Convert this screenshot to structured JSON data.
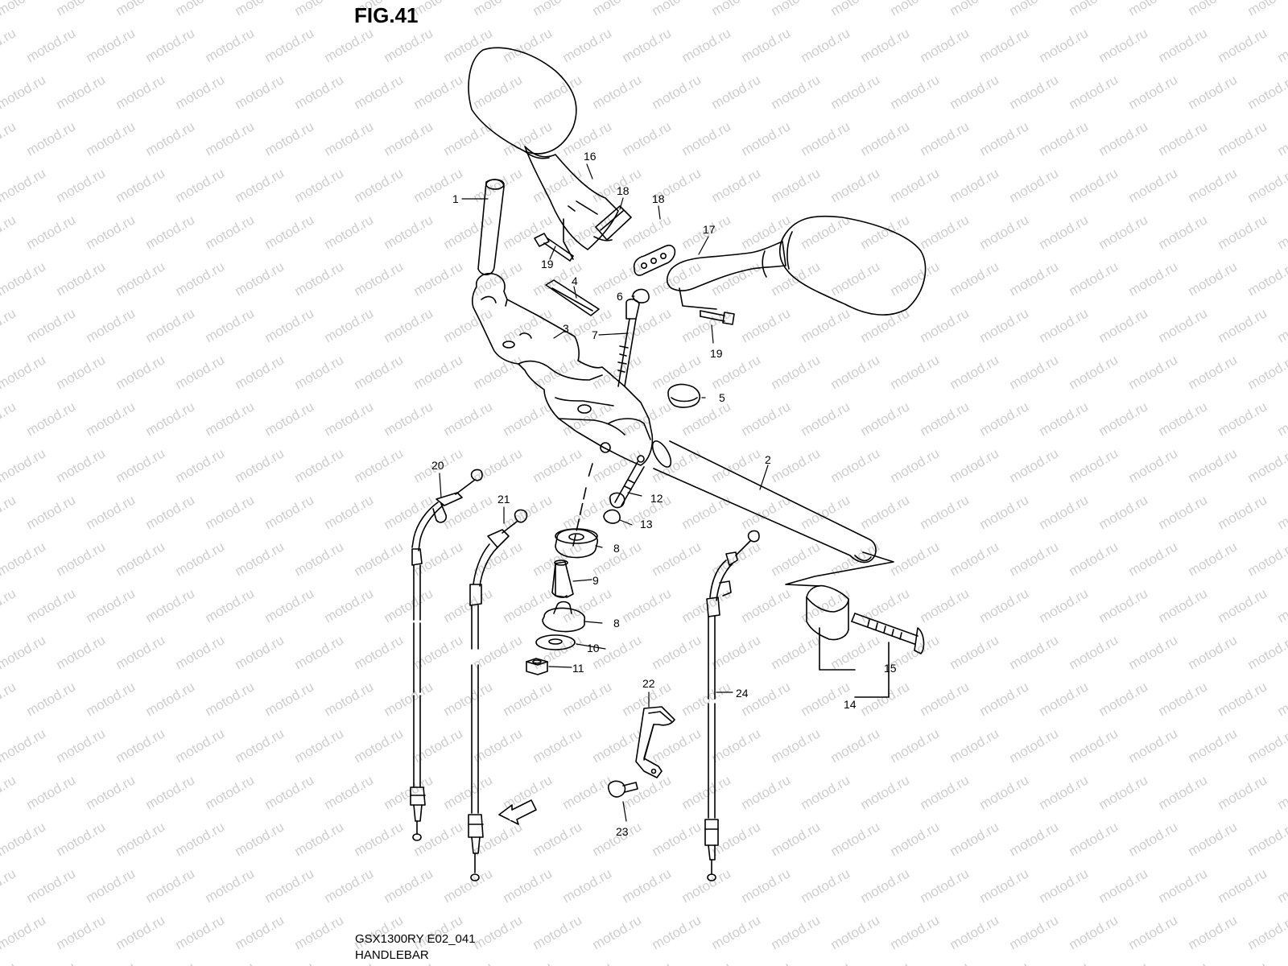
{
  "figure": {
    "title": "FIG.41",
    "model_code": "GSX1300RY E02_041",
    "section_name": "HANDLEBAR"
  },
  "watermark": {
    "text": "motod.ru",
    "color": "#cfcfcf"
  },
  "fwd_label": "FWD",
  "callouts": [
    "1",
    "2",
    "3",
    "4",
    "5",
    "6",
    "7",
    "8",
    "8",
    "9",
    "10",
    "11",
    "12",
    "13",
    "14",
    "15",
    "16",
    "17",
    "18",
    "18",
    "19",
    "19",
    "20",
    "21",
    "22",
    "23",
    "24"
  ],
  "colors": {
    "line": "#000000",
    "background": "#ffffff"
  }
}
